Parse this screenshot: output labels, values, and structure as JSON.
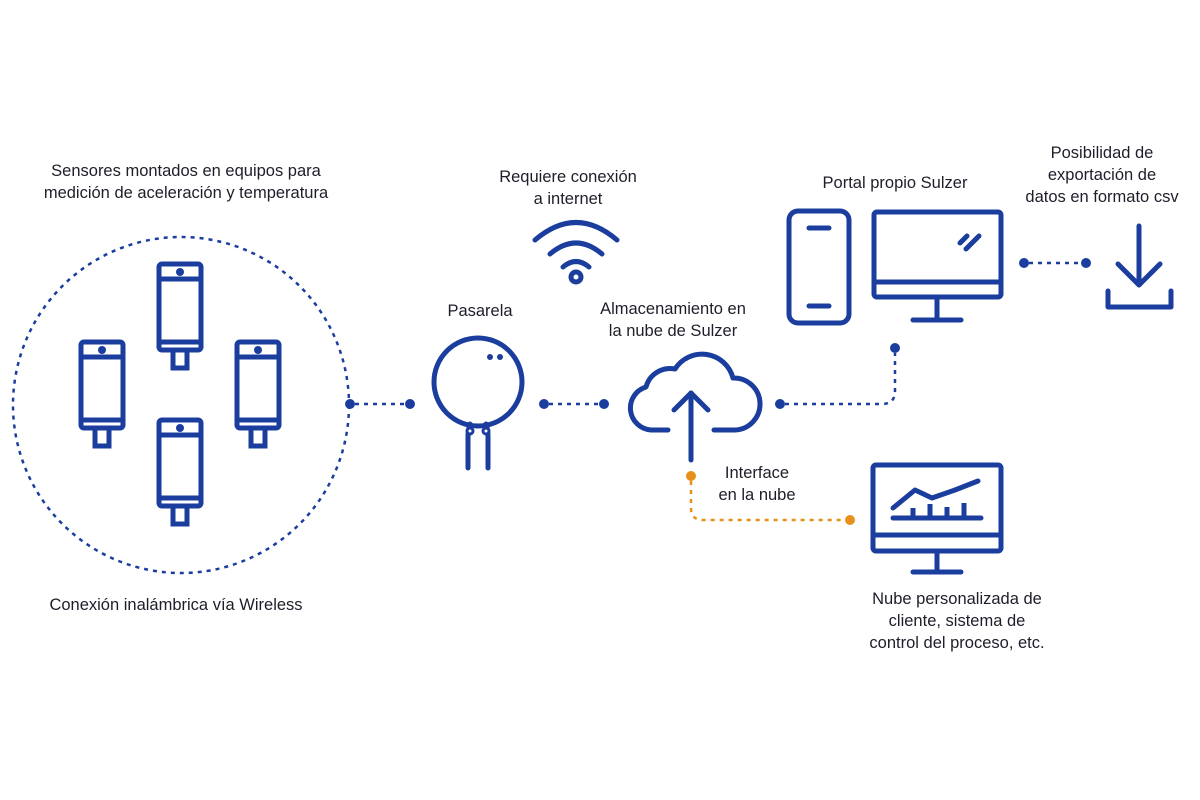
{
  "colors": {
    "primary": "#1a3d9e",
    "accent": "#e8901c",
    "text": "#1e1e2a"
  },
  "labels": {
    "sensors_1": "Sensores montados en equipos para",
    "sensors_2": "medición de aceleración y temperatura",
    "wireless": "Conexión inalámbrica vía Wireless",
    "internet_1": "Requiere conexión",
    "internet_2": "a internet",
    "gateway": "Pasarela",
    "cloud_1": "Almacenamiento en",
    "cloud_2": "la nube de Sulzer",
    "portal": "Portal propio Sulzer",
    "export_1": "Posibilidad de",
    "export_2": "exportación de",
    "export_3": "datos en formato csv",
    "interface_1": "Interface",
    "interface_2": "en la nube",
    "customer_1": "Nube personalizada de",
    "customer_2": "cliente, sistema de",
    "customer_3": "control del proceso, etc."
  },
  "icons": [
    "sensor-icon",
    "wifi-icon",
    "gateway-icon",
    "cloud-upload-icon",
    "smartphone-icon",
    "monitor-icon",
    "download-icon",
    "monitor-chart-icon"
  ]
}
